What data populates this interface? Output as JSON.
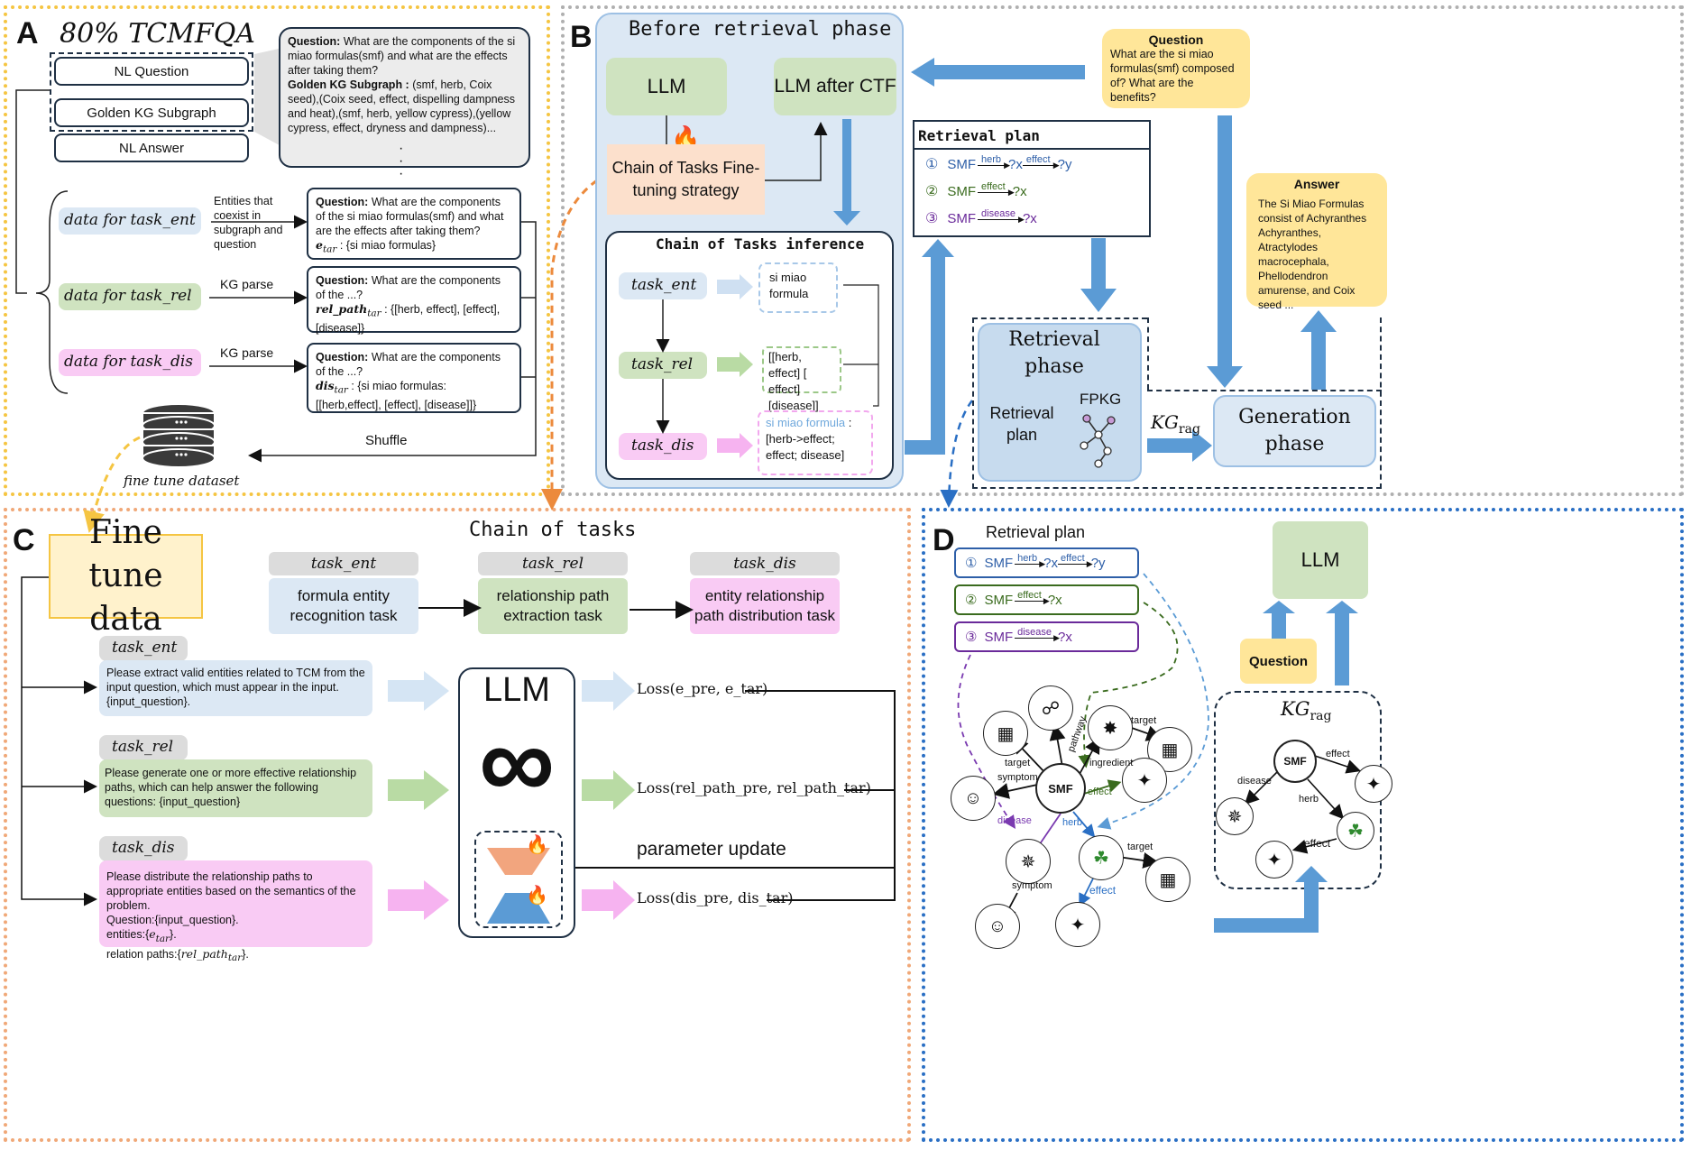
{
  "panel_a": {
    "label": "A",
    "title": "80% TCMFQA",
    "nl_question": "NL Question",
    "golden_kg": "Golden KG Subgraph",
    "nl_answer": "NL Answer",
    "callout_q_label": "Question:",
    "callout_q": "What are the components of the si miao formulas(smf) and what are the effects after taking them?",
    "callout_kg_label": "Golden KG Subgraph :",
    "callout_kg": "(smf, herb, Coix seed),(Coix seed, effect, dispelling dampness and heat),(smf, herb, yellow cypress),(yellow cypress, effect, dryness and dampness)...",
    "dots": "·",
    "task_ent_data": "data for task_ent",
    "task_rel_data": "data for task_rel",
    "task_dis_data": "data for task_dis",
    "ent_note": "Entities that coexist in subgraph and question",
    "kg_parse_1": "KG parse",
    "kg_parse_2": "KG parse",
    "q1_label": "Question:",
    "q1": "What are the components of the si miao formulas(smf) and what are the effects after taking them?",
    "q1_target_sym": "e",
    "q1_target_sub": "tar",
    "q1_target": ": {si miao formulas}",
    "q2_label": "Question:",
    "q2": "What are the components of the ...?",
    "q2_target_sym": "rel_path",
    "q2_target_sub": "tar",
    "q2_target": ": {[herb, effect], [effect], [disease]}",
    "q3_label": "Question:",
    "q3": "What are the components of the ...?",
    "q3_target_sym": "dis",
    "q3_target_sub": "tar",
    "q3_target": ": {si miao formulas: [[herb,effect], [effect], [disease]]}",
    "shuffle": "Shuffle",
    "dataset": "fine tune dataset"
  },
  "panel_b": {
    "label": "B",
    "before": "Before retrieval phase",
    "llm": "LLM",
    "llm_after": "LLM after CTF",
    "cot_strategy": "Chain of Tasks Fine-tuning strategy",
    "cot_inference": "Chain of Tasks inference",
    "task_ent": "task_ent",
    "task_rel": "task_rel",
    "task_dis": "task_dis",
    "out_ent": "si miao formula",
    "out_rel": "[[herb, effect] [ effect] [disease]]",
    "out_dis_head": "si miao formula",
    "out_dis_colon": ":",
    "out_dis_body": "[herb->effect; effect; disease]",
    "question_title": "Question",
    "question_text": "What are the si miao formulas(smf) composed of? What are the benefits?",
    "retrieval_plan_title": "Retrieval plan",
    "plans": [
      {
        "num": "①",
        "head": "SMF",
        "r1": "herb",
        "n1": "?x",
        "r2": "effect",
        "n2": "?y",
        "color": "#2e5fa8"
      },
      {
        "num": "②",
        "head": "SMF",
        "r1": "effect",
        "n1": "?x",
        "color": "#3a6b1e"
      },
      {
        "num": "③",
        "head": "SMF",
        "r1": "disease",
        "n1": "?x",
        "color": "#6a2a9a"
      }
    ],
    "answer_title": "Answer",
    "answer_text": "The Si Miao Formulas consist of Achyranthes Achyranthes, Atractylodes macrocephala, Phellodendron amurense, and Coix seed ...",
    "retrieval_phase": "Retrieval phase",
    "retrieval_plan": "Retrieval plan",
    "fpkg": "FPKG",
    "kg_rag": "KG",
    "kg_rag_sub": "rag",
    "generation": "Generation phase"
  },
  "panel_c": {
    "label": "C",
    "fine_tune": "Fine tune data",
    "chain": "Chain of tasks",
    "tasks": [
      {
        "tag": "task_ent",
        "desc": "formula entity recognition task"
      },
      {
        "tag": "task_rel",
        "desc": "relationship path extraction task"
      },
      {
        "tag": "task_dis",
        "desc": "entity relationship path distribution task"
      }
    ],
    "prompt_ent_tag": "task_ent",
    "prompt_ent": "Please extract valid entities related to TCM from the input question, which must appear in the input. {input_question}.",
    "prompt_rel_tag": "task_rel",
    "prompt_rel": "Please generate one or more effective relationship paths, which can help answer the following questions: {input_question}",
    "prompt_dis_tag": "task_dis",
    "prompt_dis_1": "Please distribute the relationship paths to appropriate entities based on the semantics of the problem.",
    "prompt_dis_2": "Question:{input_question}.",
    "prompt_dis_3_pre": "entities:{",
    "prompt_dis_3_sym": "e",
    "prompt_dis_3_sub": "tar",
    "prompt_dis_3_post": "}.",
    "prompt_dis_4_pre": "relation paths:{",
    "prompt_dis_4_sym": "rel_path",
    "prompt_dis_4_sub": "tar",
    "prompt_dis_4_post": "}.",
    "llm": "LLM",
    "loss_ent": "Loss(e_pre, e_tar)",
    "loss_rel": "Loss(rel_path_pre, rel_path_tar)",
    "loss_dis": "Loss(dis_pre, dis_tar)",
    "param_update": "parameter update"
  },
  "panel_d": {
    "label": "D",
    "retrieval_plan": "Retrieval plan",
    "llm": "LLM",
    "question": "Question",
    "kg_rag": "KG",
    "kg_rag_sub": "rag",
    "smf": "SMF",
    "edge_labels": {
      "target1": "target",
      "pathway": "pathway",
      "target2": "target",
      "ingredient": "ingredient",
      "symptom1": "symptom",
      "effect1": "effect",
      "disease": "disease",
      "herb": "herb",
      "target3": "target",
      "symptom2": "symptom",
      "effect2": "effect"
    },
    "kg_labels": {
      "effect1": "effect",
      "disease": "disease",
      "herb": "herb",
      "effect2": "effect"
    }
  },
  "colors": {
    "panel_a_border": "#f5c542",
    "panel_b_border": "#b0b0b0",
    "panel_c_border": "#f0a878",
    "panel_d_border": "#2a6fc4",
    "arrow_blue": "#5b9bd5",
    "green": "#cfe3c0",
    "blue": "#dce8f4",
    "pink": "#f9cbf4",
    "yellow": "#ffe699"
  }
}
